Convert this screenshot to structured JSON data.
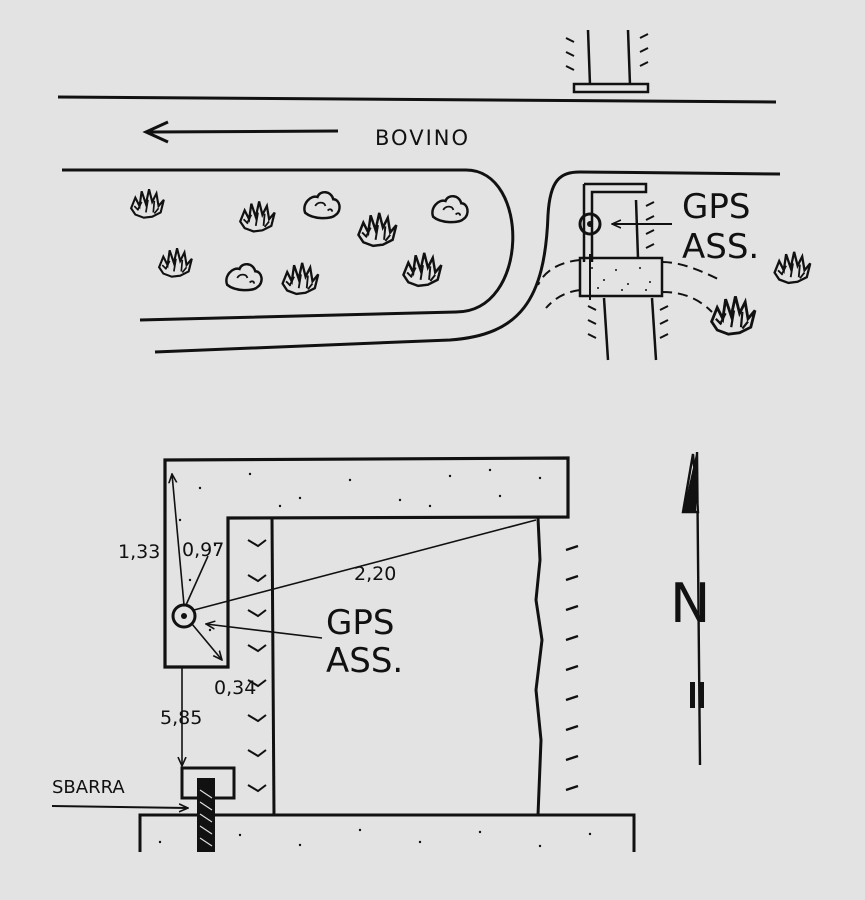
{
  "top_map": {
    "road_label": "BOVINO",
    "gps_label_line1": "GPS",
    "gps_label_line2": "ASS."
  },
  "detail": {
    "gps_label_line1": "GPS",
    "gps_label_line2": "ASS.",
    "barrier_label": "SBARRA",
    "distances": [
      "1,33",
      "0,97",
      "2,20",
      "0,34",
      "5,85"
    ]
  },
  "north_arrow": {
    "letter": "N"
  },
  "colors": {
    "background": "#e3e3e3",
    "ink": "#111111"
  }
}
